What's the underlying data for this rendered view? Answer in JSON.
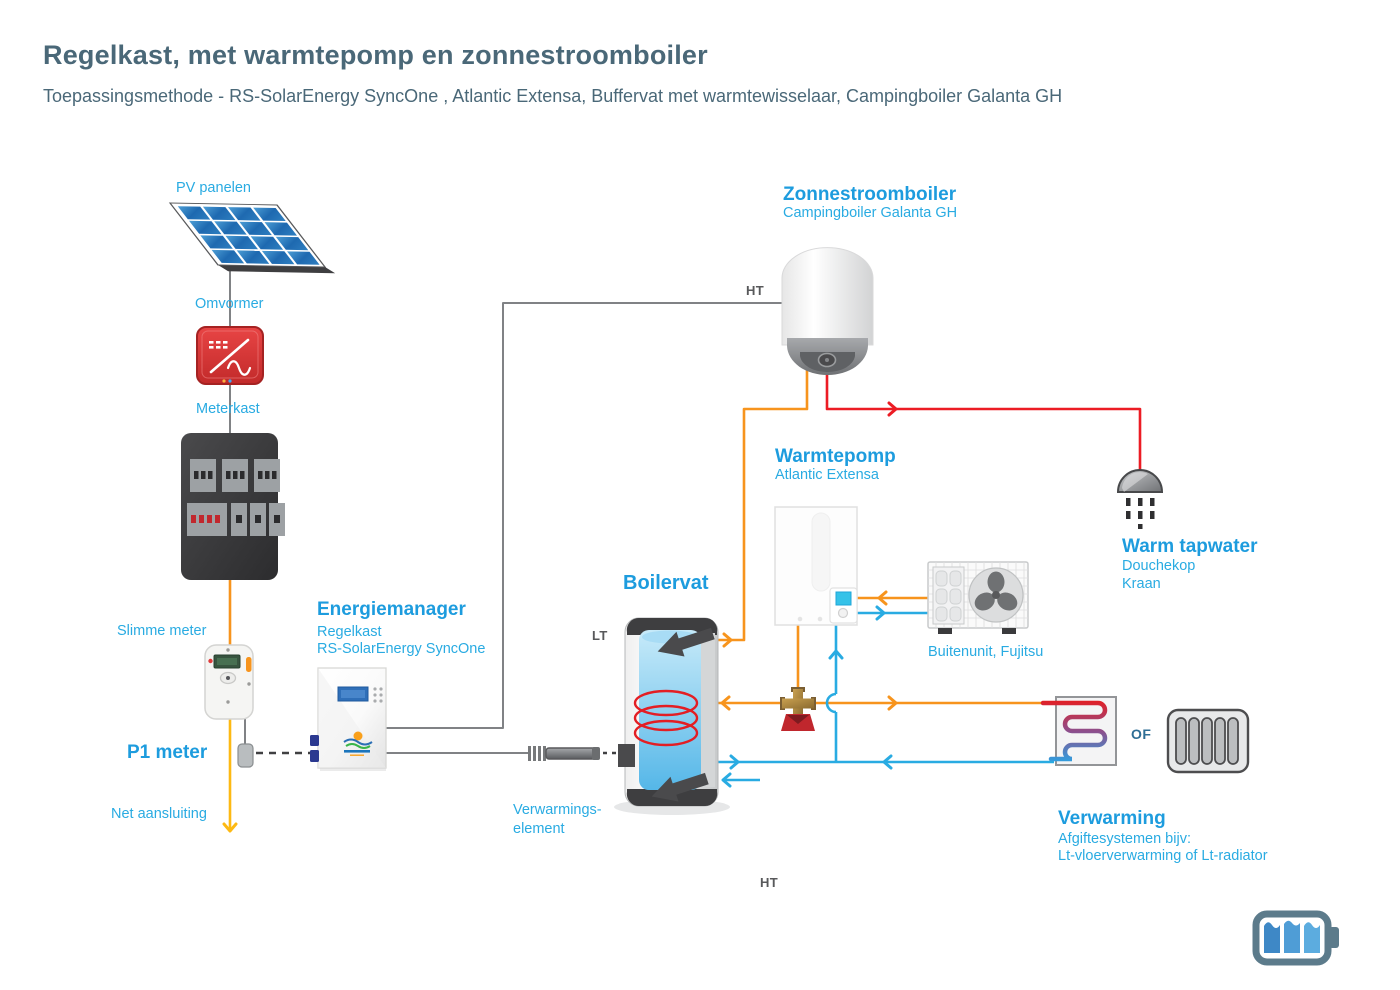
{
  "header": {
    "title": "Regelkast, met warmtepomp en zonnestroomboiler",
    "subtitle": "Toepassingsmethode - RS-SolarEnergy SyncOne , Atlantic Extensa, Buffervat met warmtewisselaar, Campingboiler Galanta GH"
  },
  "labels": {
    "pv": "PV panelen",
    "omvormer": "Omvormer",
    "meterkast": "Meterkast",
    "slimme_meter": "Slimme meter",
    "p1_meter": "P1 meter",
    "net_aansluiting": "Net aansluiting",
    "energiemanager_title": "Energiemanager",
    "energiemanager_sub1": "Regelkast",
    "energiemanager_sub2": "RS-SolarEnergy SyncOne",
    "boilervat_title": "Boilervat",
    "verwarmingselement_line1": "Verwarmings-",
    "verwarmingselement_line2": "element",
    "zonnestroomboiler_title": "Zonnestroomboiler",
    "zonnestroomboiler_sub": "Campingboiler Galanta GH",
    "warmtepomp_title": "Warmtepomp",
    "warmtepomp_sub": "Atlantic Extensa",
    "buitenunit": "Buitenunit, Fujitsu",
    "warm_tapwater_title": "Warm tapwater",
    "warm_tapwater_sub1": "Douchekop",
    "warm_tapwater_sub2": "Kraan",
    "verwarming_title": "Verwarming",
    "verwarming_sub1": "Afgiftesystemen bijv:",
    "verwarming_sub2": "Lt-vloerverwarming of Lt-radiator",
    "of": "OF",
    "ht_top": "HT",
    "ht_bottom": "HT",
    "lt": "LT"
  },
  "colors": {
    "title_gray": "#4A6878",
    "accent_blue": "#29ABE2",
    "heading_blue": "#1D9CDE",
    "pipe_orange": "#F7941D",
    "pipe_red": "#EC1C24",
    "pipe_blue": "#29ABE2",
    "pipe_yellow": "#FDB913",
    "line_gray": "#808285",
    "label_dark": "#58595B"
  }
}
